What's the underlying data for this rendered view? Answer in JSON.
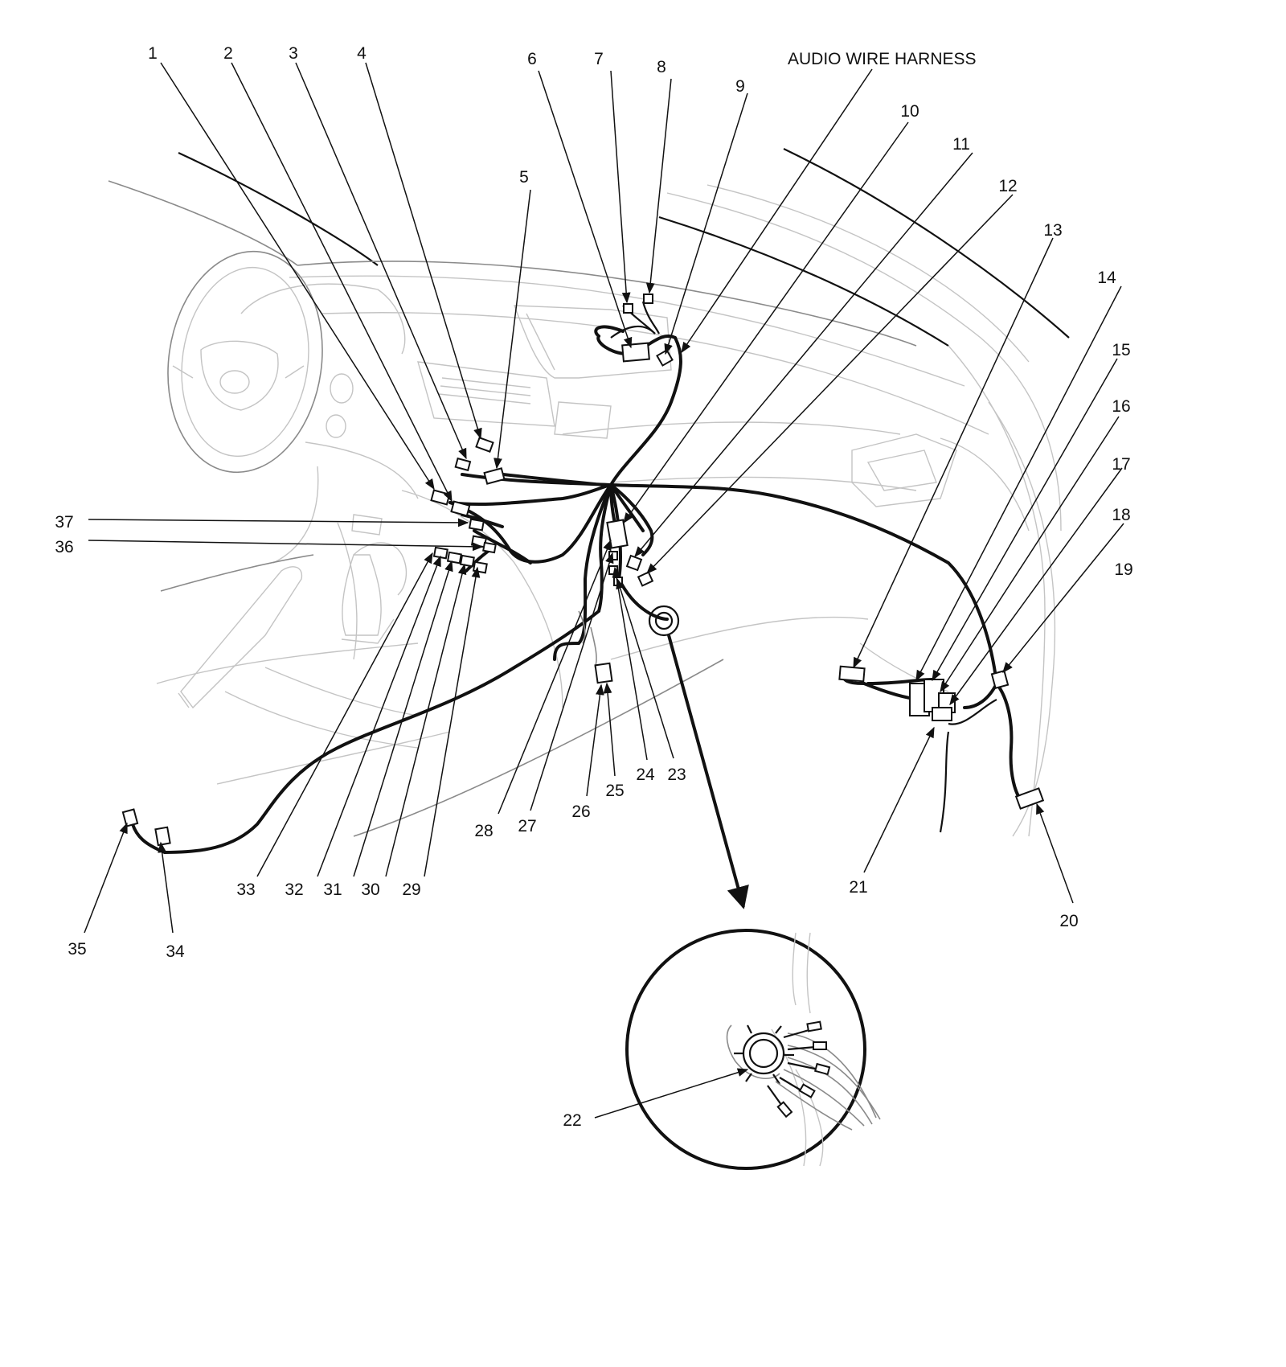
{
  "title": "AUDIO WIRE HARNESS",
  "callouts": [
    "1",
    "2",
    "3",
    "4",
    "5",
    "6",
    "7",
    "8",
    "9",
    "10",
    "11",
    "12",
    "13",
    "14",
    "15",
    "16",
    "17",
    "18",
    "19",
    "20",
    "21",
    "22",
    "23",
    "24",
    "25",
    "26",
    "27",
    "28",
    "29",
    "30",
    "31",
    "32",
    "33",
    "34",
    "35",
    "36",
    "37"
  ],
  "colors": {
    "line": "#111111",
    "background_art": "#c4c4c4",
    "background": "#ffffff"
  }
}
